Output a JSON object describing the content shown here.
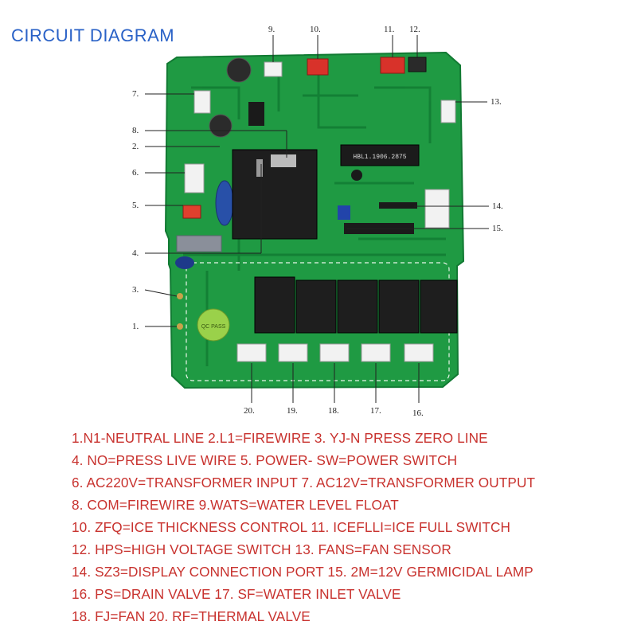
{
  "title": "CIRCUIT DIAGRAM",
  "board": {
    "chip_label": "HBL1.1906.2875",
    "badge_text": "QC PASS"
  },
  "callouts": [
    {
      "id": "9",
      "label": "9."
    },
    {
      "id": "10",
      "label": "10."
    },
    {
      "id": "11",
      "label": "11."
    },
    {
      "id": "12",
      "label": "12."
    },
    {
      "id": "7",
      "label": "7."
    },
    {
      "id": "13",
      "label": "13."
    },
    {
      "id": "8",
      "label": "8."
    },
    {
      "id": "2",
      "label": "2."
    },
    {
      "id": "6",
      "label": "6."
    },
    {
      "id": "5",
      "label": "5."
    },
    {
      "id": "14",
      "label": "14."
    },
    {
      "id": "15",
      "label": "15."
    },
    {
      "id": "4",
      "label": "4."
    },
    {
      "id": "3",
      "label": "3."
    },
    {
      "id": "1",
      "label": "1."
    },
    {
      "id": "20",
      "label": "20."
    },
    {
      "id": "19",
      "label": "19."
    },
    {
      "id": "18",
      "label": "18."
    },
    {
      "id": "17",
      "label": "17."
    },
    {
      "id": "16",
      "label": "16."
    }
  ],
  "legend": [
    "1.N1-NEUTRAL LINE 2.L1=FIREWIRE 3. YJ-N PRESS ZERO LINE",
    "4. NO=PRESS LIVE WIRE 5. POWER- SW=POWER SWITCH",
    "6. AC220V=TRANSFORMER INPUT 7. AC12V=TRANSFORMER OUTPUT",
    "8. COM=FIREWIRE 9.WATS=WATER LEVEL FLOAT",
    "10. ZFQ=ICE THICKNESS CONTROL 11. ICEFLLI=ICE FULL SWITCH",
    "12. HPS=HIGH VOLTAGE SWITCH 13. FANS=FAN SENSOR",
    "14. SZ3=DISPLAY CONNECTION PORT 15. 2M=12V GERMICIDAL LAMP",
    "16. PS=DRAIN VALVE 17. SF=WATER INLET VALVE",
    "18. FJ=FAN 20. RF=THERMAL VALVE"
  ],
  "colors": {
    "title": "#2a62c7",
    "legend_text": "#c8322e",
    "pcb": "#1f9a43",
    "pcb_dark": "#117a32",
    "relay": "#1e1e1e",
    "connector": "#f2f2f2",
    "red_connector": "#d8322a"
  }
}
